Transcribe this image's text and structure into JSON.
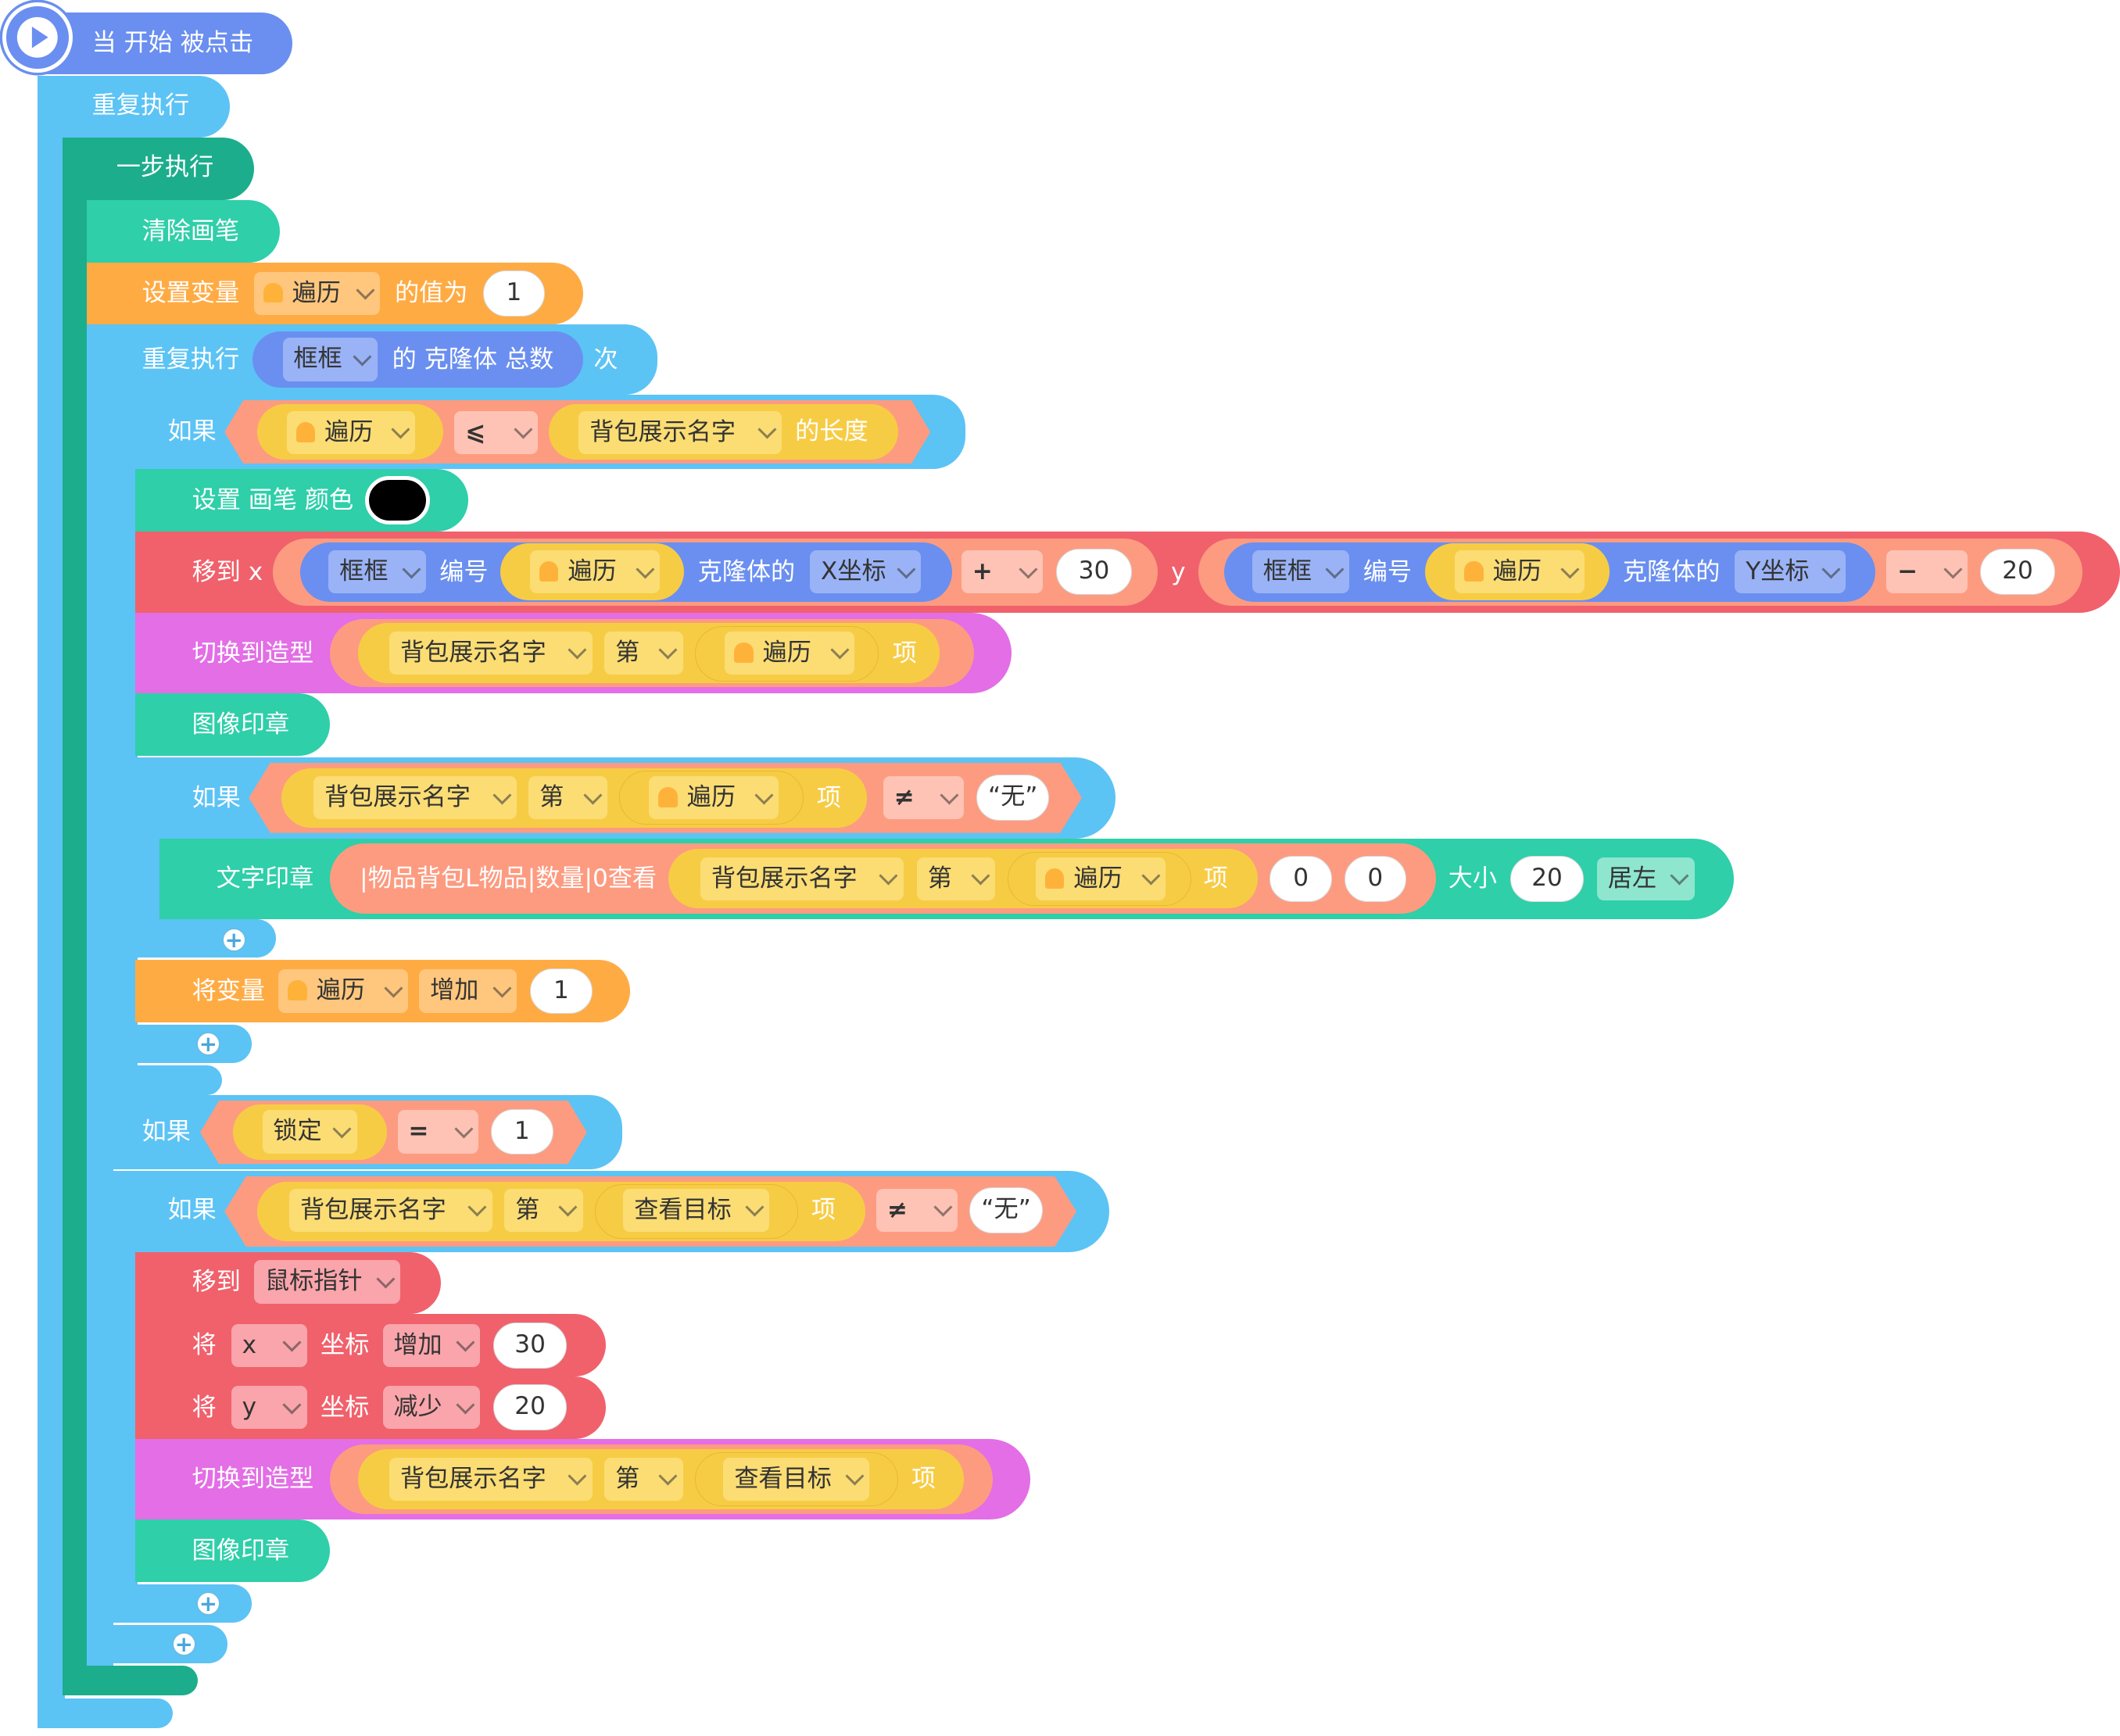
{
  "colors": {
    "control": "#5cc3f5",
    "event": "#6a8ff0",
    "pen": "#2ecfa9",
    "variable": "#ffab44",
    "motion": "#f0616c",
    "looks": "#e36ee6",
    "operator": "#fd9b80",
    "list": "#f7cc45"
  },
  "event": {
    "label": "当 开始 被点击",
    "icon": "play-icon"
  },
  "forever": {
    "label": "重复执行"
  },
  "step_run": {
    "label": "一步执行"
  },
  "clear_pen": {
    "label": "清除画笔"
  },
  "set_var": {
    "label": "设置变量",
    "var": "遍历",
    "mid": "的值为",
    "value": "1"
  },
  "repeat": {
    "label": "重复执行",
    "sprite": "框框",
    "mid": "的 克隆体 总数",
    "tail": "次"
  },
  "if1": {
    "label": "如果",
    "var": "遍历",
    "op": "⩽",
    "list": "背包展示名字",
    "tail": "的长度"
  },
  "set_pen_color": {
    "label": "设置 画笔 颜色",
    "color": "#000000"
  },
  "move_to": {
    "label": "移到 x",
    "x_sprite": "框框",
    "x_num": "编号",
    "x_var": "遍历",
    "x_of": "克隆体的",
    "x_attr": "X坐标",
    "x_op": "+",
    "x_val": "30",
    "y_label": "y",
    "y_sprite": "框框",
    "y_num": "编号",
    "y_var": "遍历",
    "y_of": "克隆体的",
    "y_attr": "Y坐标",
    "y_op": "−",
    "y_val": "20"
  },
  "switch1": {
    "label": "切换到造型",
    "list": "背包展示名字",
    "nth": "第",
    "var": "遍历",
    "tail": "项"
  },
  "stamp1": {
    "label": "图像印章"
  },
  "if2": {
    "label": "如果",
    "list": "背包展示名字",
    "nth": "第",
    "var": "遍历",
    "tail": "项",
    "op": "≠",
    "value": "“无”"
  },
  "text_stamp": {
    "label": "文字印章",
    "text": "|物品背包L物品|数量|0查看",
    "list": "背包展示名字",
    "nth": "第",
    "var": "遍历",
    "tail": "项",
    "x": "0",
    "y": "0",
    "size_label": "大小",
    "size": "20",
    "align": "居左"
  },
  "change_var": {
    "label": "将变量",
    "var": "遍历",
    "op": "增加",
    "value": "1"
  },
  "if3": {
    "label": "如果",
    "var": "锁定",
    "op": "=",
    "value": "1"
  },
  "if4": {
    "label": "如果",
    "list": "背包展示名字",
    "nth": "第",
    "var": "查看目标",
    "tail": "项",
    "op": "≠",
    "value": "“无”"
  },
  "move_to_mouse": {
    "label": "移到",
    "target": "鼠标指针"
  },
  "change_x": {
    "label": "将",
    "axis": "x",
    "mid": "坐标",
    "op": "增加",
    "value": "30"
  },
  "change_y": {
    "label": "将",
    "axis": "y",
    "mid": "坐标",
    "op": "减少",
    "value": "20"
  },
  "switch2": {
    "label": "切换到造型",
    "list": "背包展示名字",
    "nth": "第",
    "var": "查看目标",
    "tail": "项"
  },
  "stamp2": {
    "label": "图像印章"
  }
}
